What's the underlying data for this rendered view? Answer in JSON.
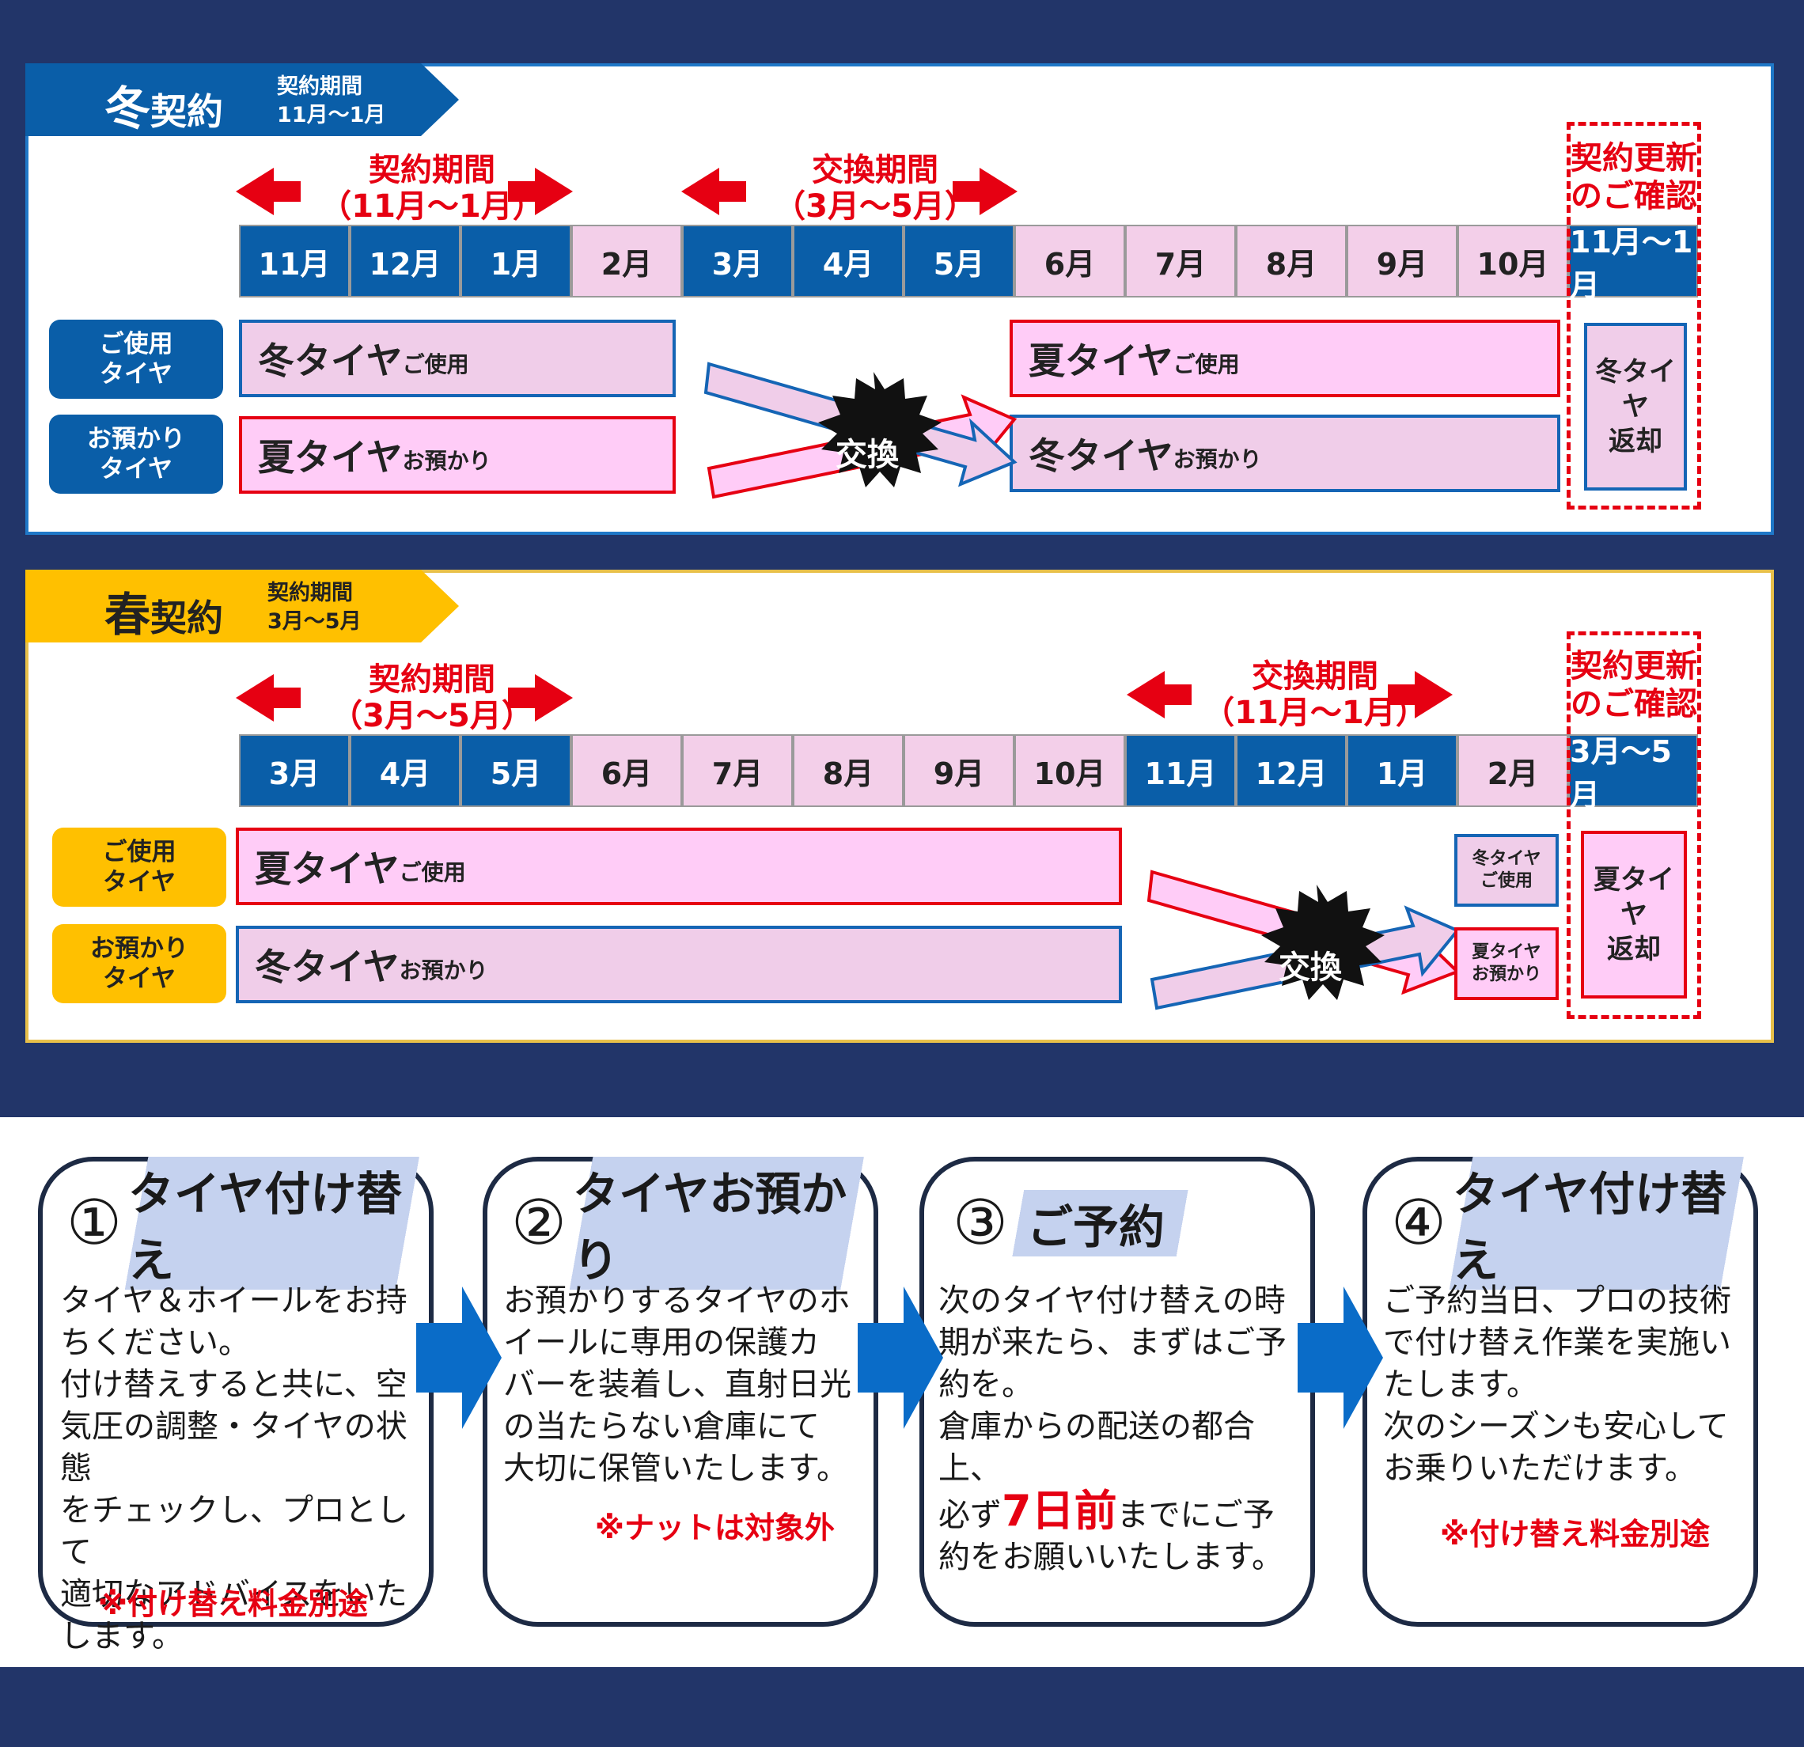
{
  "winter": {
    "tag_big": "冬",
    "tag_rest": "契約",
    "tag_period_label": "契約期間",
    "tag_period": "11月～1月",
    "contract_title": "契約期間",
    "contract_range": "（11月～1月）",
    "exchange_title": "交換期間",
    "exchange_range": "（3月～5月）",
    "renew_line1": "契約更新",
    "renew_line2": "のご確認",
    "months": [
      "11月",
      "12月",
      "1月",
      "2月",
      "3月",
      "4月",
      "5月",
      "6月",
      "7月",
      "8月",
      "9月",
      "10月"
    ],
    "renew_month": "11月～1月",
    "use_label": "ご使用\nタイヤ",
    "store_label": "お預かり\nタイヤ",
    "box_use_1": "冬タイヤ",
    "box_use_1_sub": "ご使用",
    "box_store_1": "夏タイヤ",
    "box_store_1_sub": "お預かり",
    "box_use_2": "夏タイヤ",
    "box_use_2_sub": "ご使用",
    "box_store_2": "冬タイヤ",
    "box_store_2_sub": "お預かり",
    "exchange_badge": "交換",
    "return_box": "冬タイヤ\n返却"
  },
  "spring": {
    "tag_big": "春",
    "tag_rest": "契約",
    "tag_period_label": "契約期間",
    "tag_period": "3月～5月",
    "contract_title": "契約期間",
    "contract_range": "（3月～5月）",
    "exchange_title": "交換期間",
    "exchange_range": "（11月～1月）",
    "renew_line1": "契約更新",
    "renew_line2": "のご確認",
    "months": [
      "3月",
      "4月",
      "5月",
      "6月",
      "7月",
      "8月",
      "9月",
      "10月",
      "11月",
      "12月",
      "1月",
      "2月"
    ],
    "renew_month": "3月～5月",
    "use_label": "ご使用\nタイヤ",
    "store_label": "お預かり\nタイヤ",
    "box_use_1": "夏タイヤ",
    "box_use_1_sub": "ご使用",
    "box_store_1": "冬タイヤ",
    "box_store_1_sub": "お預かり",
    "exchange_badge": "交換",
    "small_use": "冬タイヤ\nご使用",
    "small_store": "夏タイヤ\nお預かり",
    "return_box": "夏タイヤ\n返却"
  },
  "steps": [
    {
      "num": "①",
      "title": "タイヤ付け替え",
      "body": "タイヤ＆ホイールをお持\nちください。\n付け替えすると共に、空\n気圧の調整・タイヤの状態\nをチェックし、プロとして\n適切なアドバイスをいた\nします。",
      "note": "※付け替え料金別途"
    },
    {
      "num": "②",
      "title": "タイヤお預かり",
      "body": "お預かりするタイヤのホ\nイールに専用の保護カ\nバーを装着し、直射日光\nの当たらない倉庫にて\n大切に保管いたします。",
      "note": "※ナットは対象外"
    },
    {
      "num": "③",
      "title": "ご予約",
      "body_a": "次のタイヤ付け替えの時\n期が来たら、まずはご予\n約を。\n倉庫からの配送の都合上、\n必ず",
      "highlight": "7日前",
      "body_b": "までにご予\n約をお願いいたします。"
    },
    {
      "num": "④",
      "title": "タイヤ付け替え",
      "body": "ご予約当日、プロの技術\nで付け替え作業を実施い\nたします。\n次のシーズンも安心して\nお乗りいただけます。",
      "note": "※付け替え料金別途"
    }
  ],
  "colors": {
    "navy": "#223569",
    "blue": "#0a5ea8",
    "yellow": "#ffc000",
    "red": "#e60012",
    "pink": "#ffccf7",
    "lavender": "#f0cde9"
  }
}
